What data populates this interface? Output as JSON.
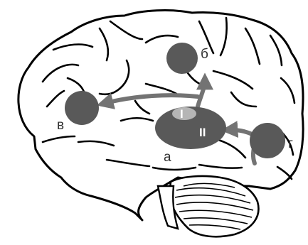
{
  "labels": {
    "a": "а",
    "b": "б",
    "v": "в",
    "g": "г",
    "roman_one": "I",
    "roman_two": "II"
  },
  "colors": {
    "outline": "#000000",
    "node_fill": "#595959",
    "arrow": "#737373",
    "inner_spot": "#b5b5b5",
    "background": "#ffffff"
  }
}
